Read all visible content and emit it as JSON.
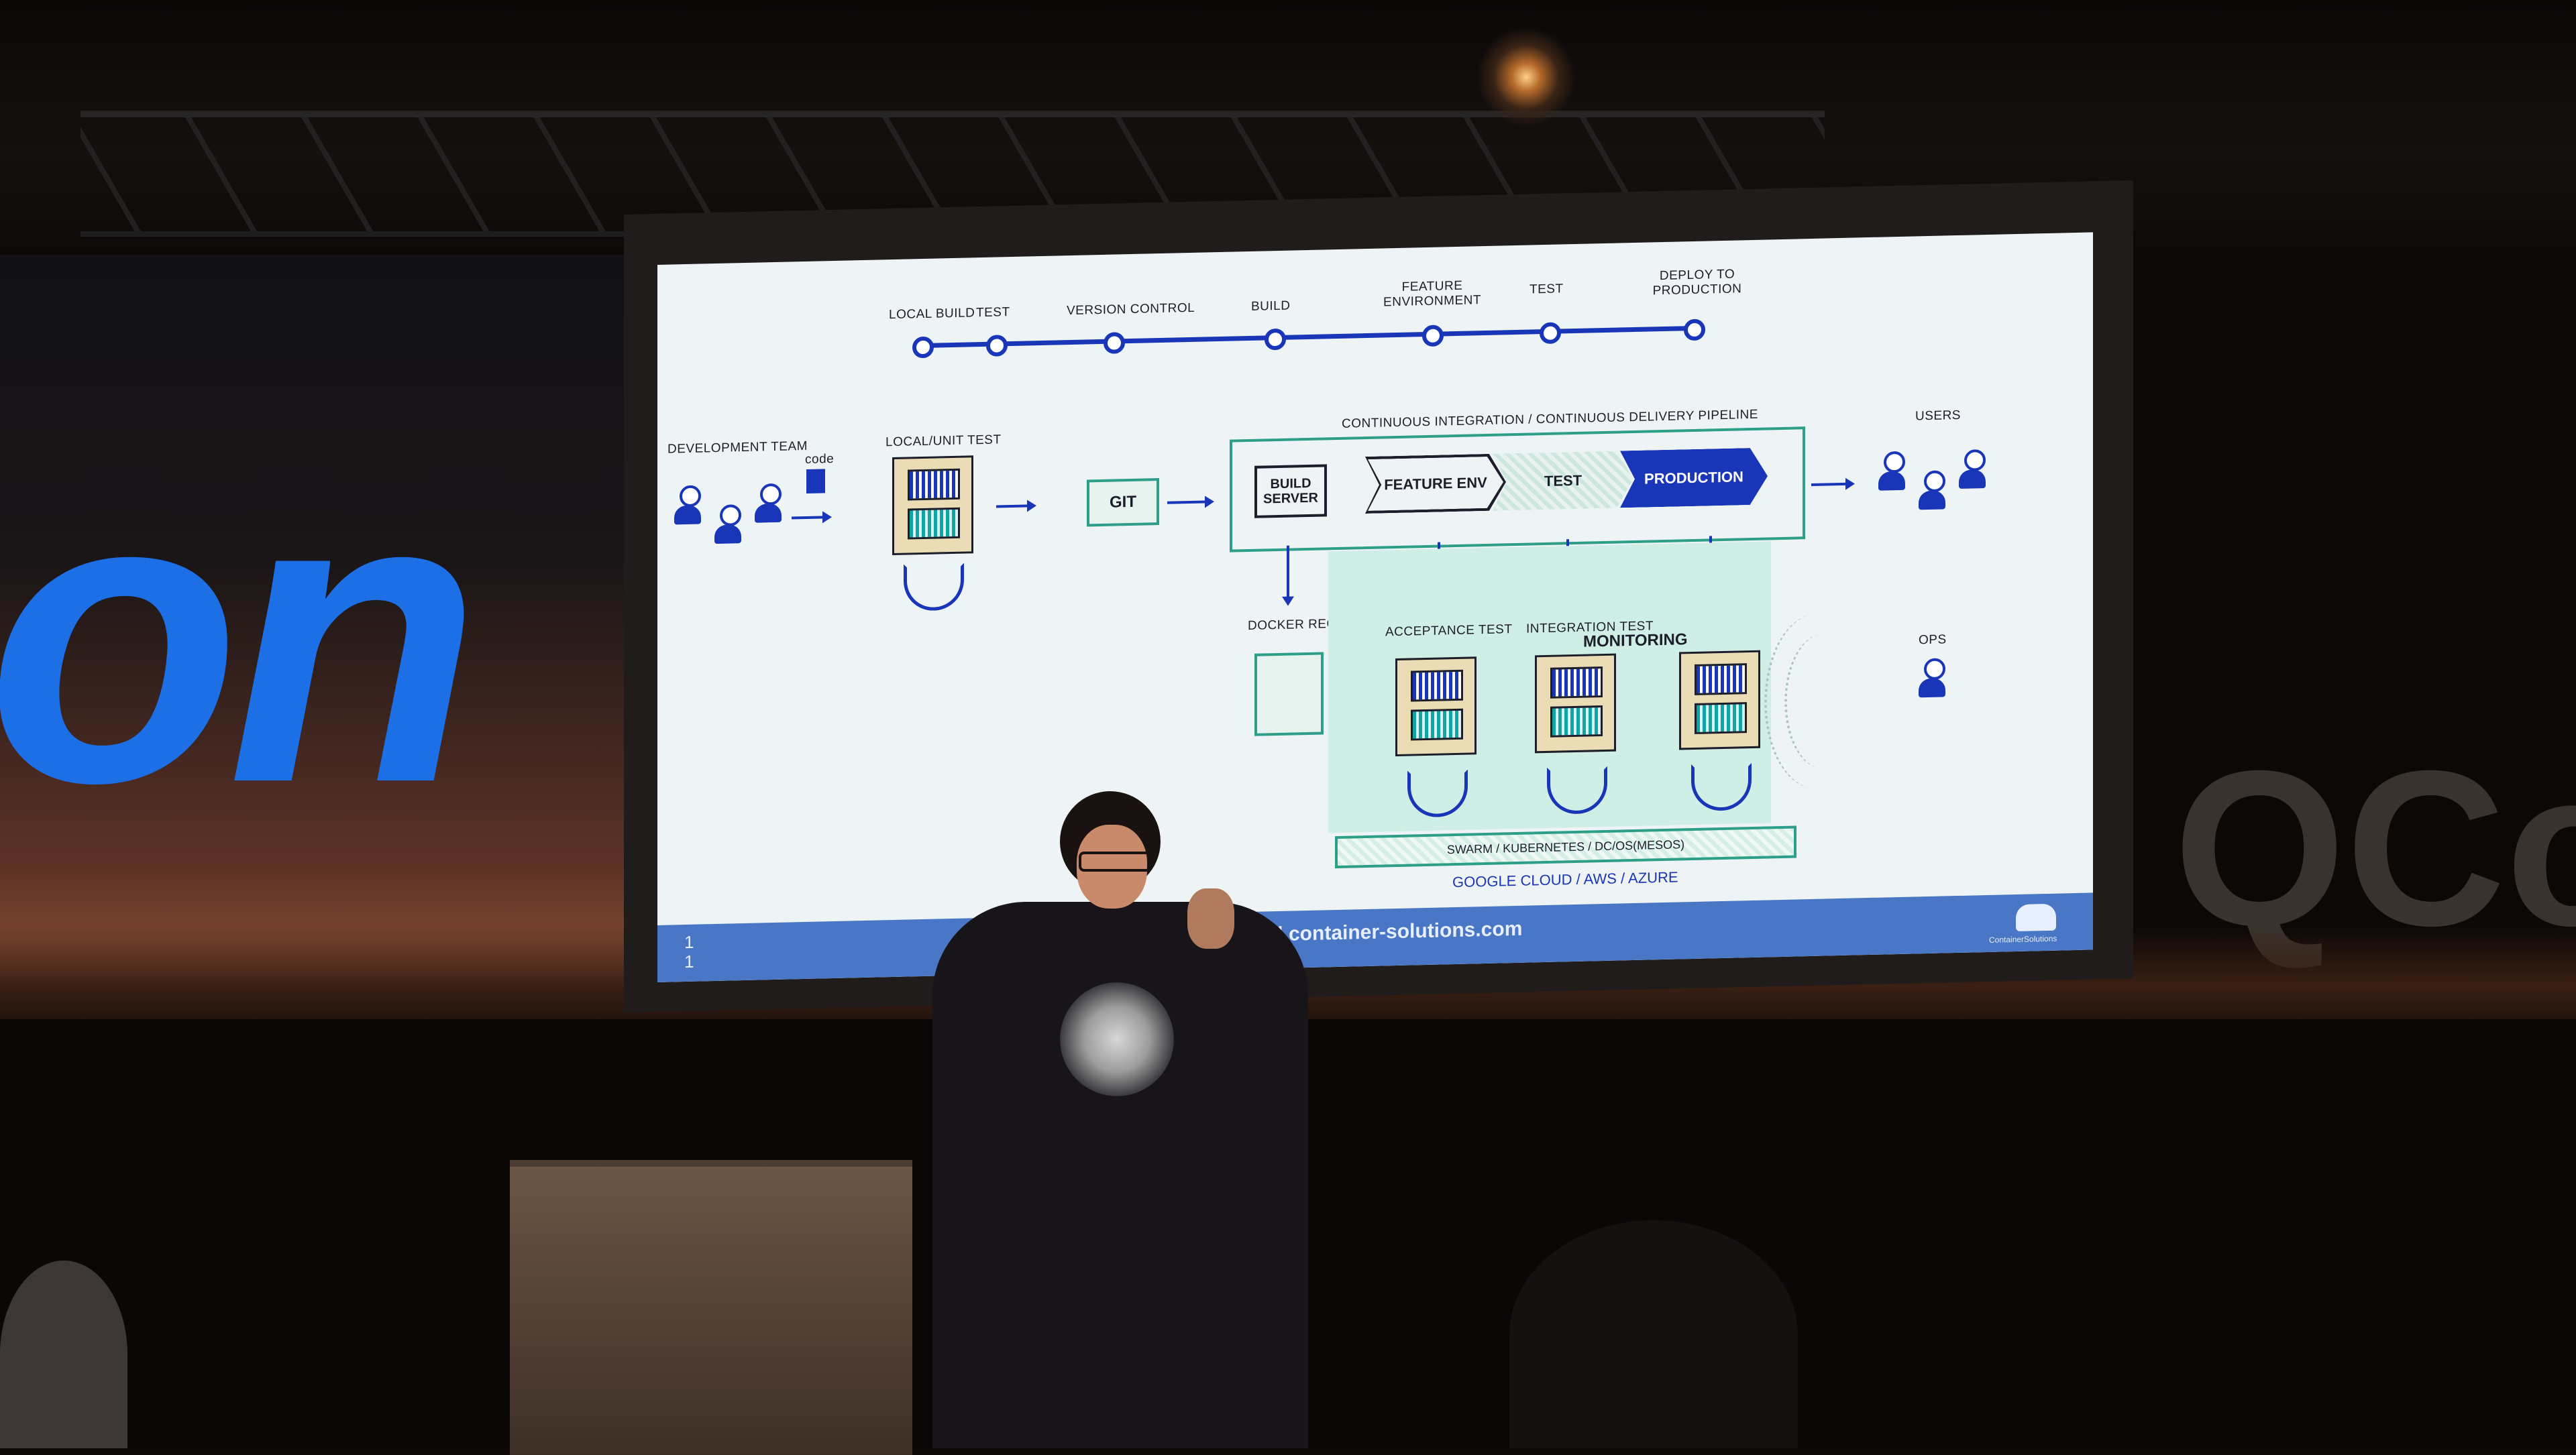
{
  "venue": {
    "brand_fragment": "on",
    "right_brand_fragment": "QCo"
  },
  "slide": {
    "timeline": [
      "LOCAL BUILD",
      "TEST",
      "VERSION CONTROL",
      "BUILD",
      "FEATURE ENVIRONMENT",
      "TEST",
      "DEPLOY TO PRODUCTION"
    ],
    "development_team": "DEVELOPMENT TEAM",
    "code_label": "code",
    "local_unit_test": "LOCAL/UNIT TEST",
    "git": "GIT",
    "pipeline_title": "CONTINUOUS INTEGRATION / CONTINUOUS DELIVERY PIPELINE",
    "build_server": "BUILD SERVER",
    "stages": [
      "FEATURE ENV",
      "TEST",
      "PRODUCTION"
    ],
    "users": "USERS",
    "docker_registry": "DOCKER REGISTRY",
    "acceptance_test": "ACCEPTANCE TEST",
    "integration_test": "INTEGRATION TEST",
    "monitoring": "MONITORING",
    "ops": "OPS",
    "orchestrators": "SWARM / KUBERNETES / DC/OS(MESOS)",
    "clouds": "GOOGLE CLOUD / AWS / AZURE",
    "footer": "@...relion | container-solutions.com",
    "page_number": "1 1",
    "footer_logo_text": "ContainerSolutions"
  },
  "colors": {
    "primary_blue": "#1a36b8",
    "teal": "#2d9e88",
    "footer_blue": "#4a76c6",
    "brand_blue": "#1d6fe6"
  }
}
